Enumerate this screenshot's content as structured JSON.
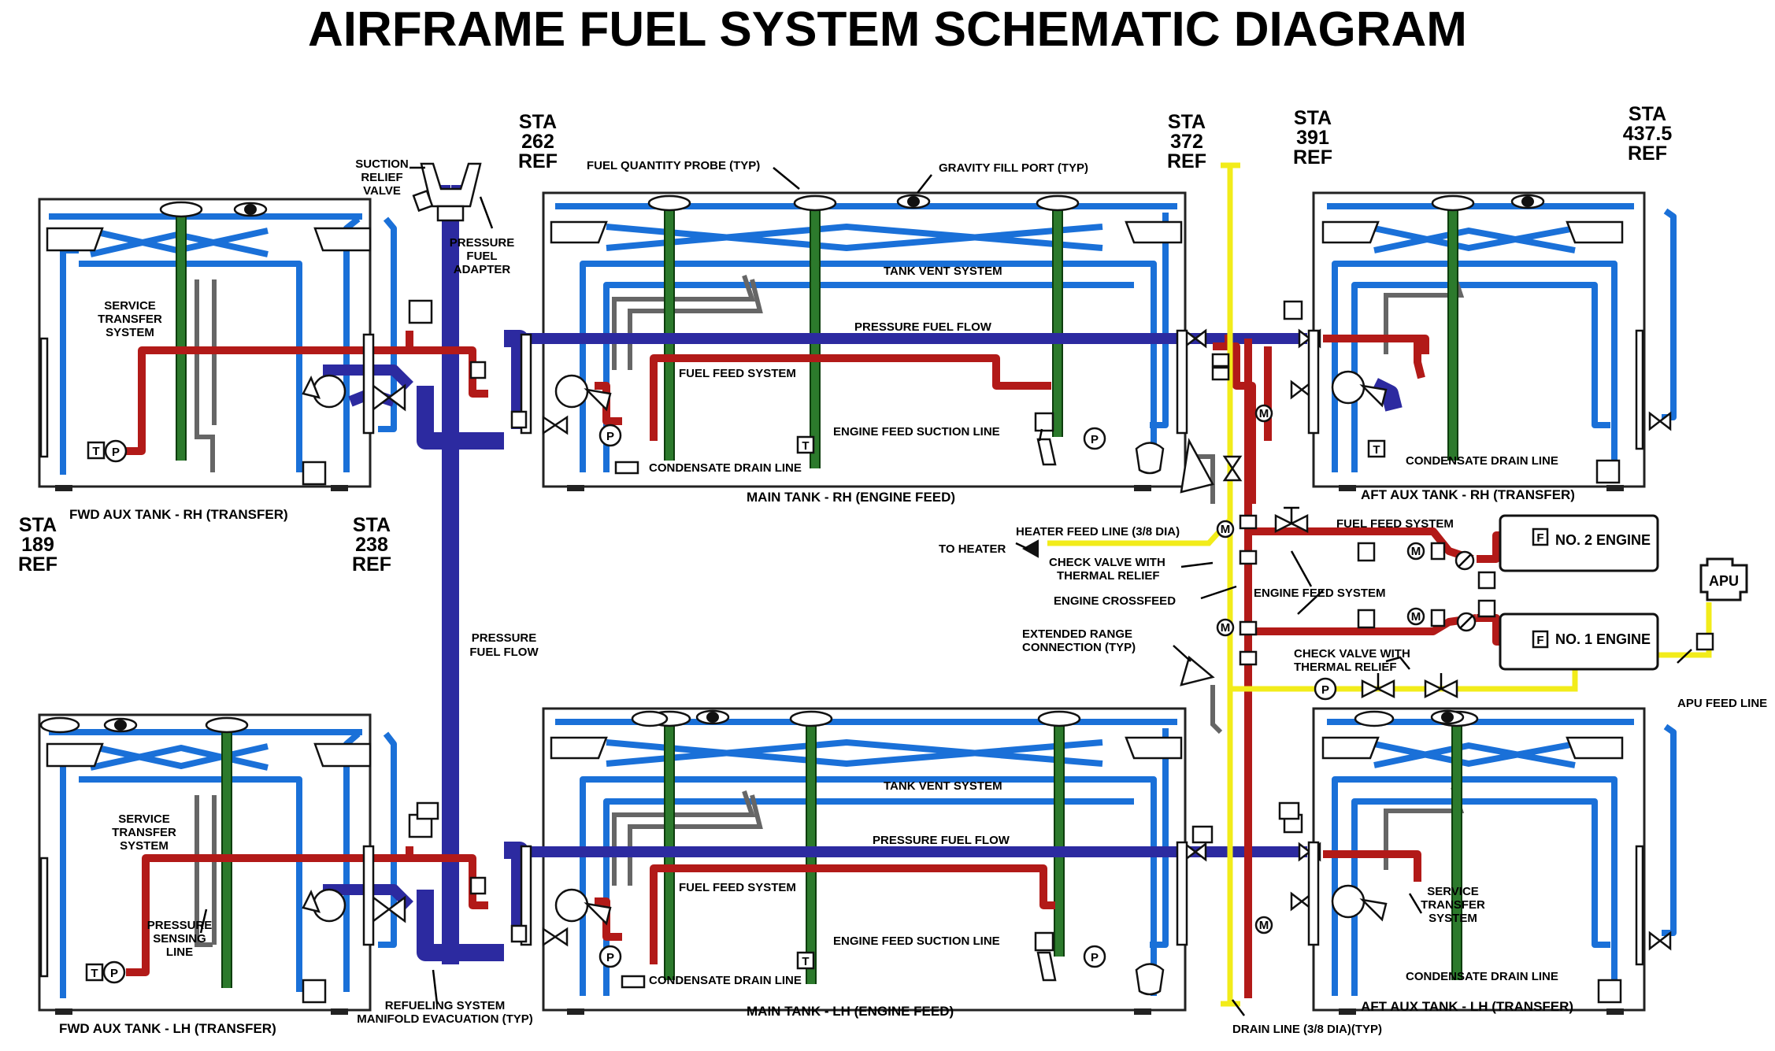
{
  "title": "AIRFRAME FUEL SYSTEM SCHEMATIC DIAGRAM",
  "stations": [
    {
      "id": "sta-189",
      "line1": "STA",
      "line2": "189",
      "line3": "REF"
    },
    {
      "id": "sta-238",
      "line1": "STA",
      "line2": "238",
      "line3": "REF"
    },
    {
      "id": "sta-262",
      "line1": "STA",
      "line2": "262",
      "line3": "REF"
    },
    {
      "id": "sta-372",
      "line1": "STA",
      "line2": "372",
      "line3": "REF"
    },
    {
      "id": "sta-391",
      "line1": "STA",
      "line2": "391",
      "line3": "REF"
    },
    {
      "id": "sta-437",
      "line1": "STA",
      "line2": "437.5",
      "line3": "REF"
    }
  ],
  "tanks": {
    "fwd_rh": "FWD AUX TANK - RH (TRANSFER)",
    "main_rh": "MAIN TANK - RH (ENGINE FEED)",
    "aft_rh": "AFT AUX TANK - RH (TRANSFER)",
    "fwd_lh": "FWD AUX TANK - LH (TRANSFER)",
    "main_lh": "MAIN TANK - LH (ENGINE FEED)",
    "aft_lh": "AFT AUX TANK - LH (TRANSFER)"
  },
  "labels": {
    "suction_relief_1": "SUCTION",
    "suction_relief_2": "RELIEF",
    "suction_relief_3": "VALVE",
    "pressure_adapter_1": "PRESSURE",
    "pressure_adapter_2": "FUEL",
    "pressure_adapter_3": "ADAPTER",
    "fuel_quantity_probe": "FUEL QUANTITY PROBE (TYP)",
    "gravity_fill_port": "GRAVITY FILL PORT (TYP)",
    "tank_vent_system": "TANK VENT SYSTEM",
    "pressure_fuel_flow": "PRESSURE FUEL FLOW",
    "fuel_feed_system": "FUEL FEED SYSTEM",
    "engine_feed_suction_line": "ENGINE FEED SUCTION LINE",
    "condensate_drain_line": "CONDENSATE DRAIN LINE",
    "service_transfer_1": "SERVICE",
    "service_transfer_2": "TRANSFER",
    "service_transfer_3": "SYSTEM",
    "pressure_sensing_1": "PRESSURE",
    "pressure_sensing_2": "SENSING",
    "pressure_sensing_3": "LINE",
    "pressure_fuel_flow_v1": "PRESSURE",
    "pressure_fuel_flow_v2": "FUEL FLOW",
    "refueling_manifold_1": "REFUELING SYSTEM",
    "refueling_manifold_2": "MANIFOLD EVACUATION (TYP)",
    "heater_feed_line": "HEATER FEED LINE (3/8 DIA)",
    "to_heater": "TO HEATER",
    "check_valve_thermal_1": "CHECK VALVE WITH",
    "check_valve_thermal_2": "THERMAL RELIEF",
    "engine_crossfeed": "ENGINE CROSSFEED",
    "engine_feed_system": "ENGINE FEED SYSTEM",
    "fuel_feed_system_ext": "FUEL FEED SYSTEM",
    "extended_range_1": "EXTENDED RANGE",
    "extended_range_2": "CONNECTION (TYP)",
    "check_valve_thermal_b1": "CHECK VALVE WITH",
    "check_valve_thermal_b2": "THERMAL RELIEF",
    "apu_feed_line": "APU FEED LINE",
    "drain_line": "DRAIN LINE (3/8 DIA)(TYP)",
    "no2_engine": "NO. 2 ENGINE",
    "no1_engine": "NO. 1 ENGINE",
    "apu": "APU",
    "pump_p": "P",
    "sensor_t": "T",
    "engine_f": "F",
    "sensor_m": "M"
  },
  "colors": {
    "vent": "#1a70d8",
    "pressure_fuel": "#2c2aa0",
    "fuel_feed": "#b21a18",
    "quantity_probe": "#2c7a2c",
    "drain_line": "#f2ec1a"
  }
}
